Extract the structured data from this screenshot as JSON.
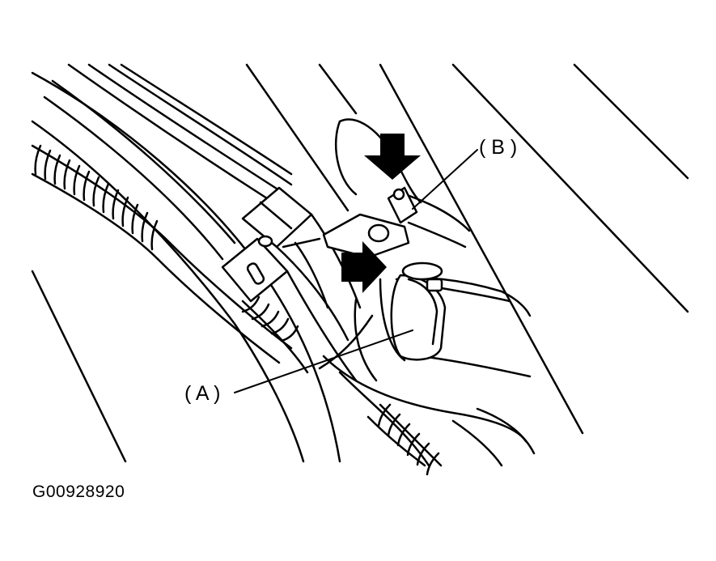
{
  "callouts": {
    "a": "( A )",
    "b": "( B )"
  },
  "figure_id": "G00928920",
  "colors": {
    "ink": "#000000",
    "paper": "#ffffff"
  }
}
